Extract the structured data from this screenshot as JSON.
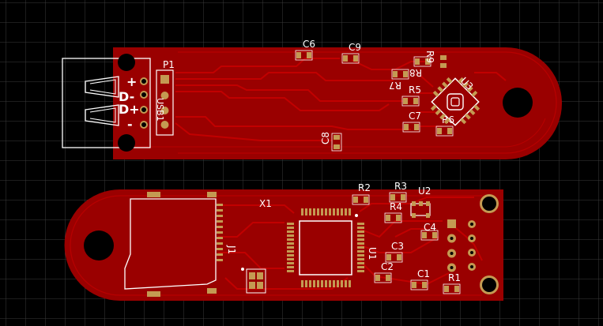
{
  "top_board": {
    "connector_symbols": [
      "+",
      "D-",
      "D+",
      "-"
    ],
    "refs": {
      "p1": "P1",
      "usb": "USB1",
      "c6": "C6",
      "c9": "C9",
      "r9": "R9",
      "r8": "R8",
      "r7": "R7",
      "u3": "U3",
      "r5": "R5",
      "c7": "C7",
      "r6": "R6",
      "c8": "C8"
    }
  },
  "bottom_board": {
    "refs": {
      "x1": "X1",
      "r2": "R2",
      "r3": "R3",
      "u2": "U2",
      "r4": "R4",
      "c4": "C4",
      "j1": "J1",
      "u1": "U1",
      "c3": "C3",
      "c2": "C2",
      "c1": "C1",
      "r1": "R1"
    }
  },
  "colors": {
    "background": "#000000",
    "grid": "#3a3a3a",
    "board": "#9a0000",
    "trace": "#c10000",
    "pad": "#c49a52",
    "silkscreen": "#ffffff"
  }
}
